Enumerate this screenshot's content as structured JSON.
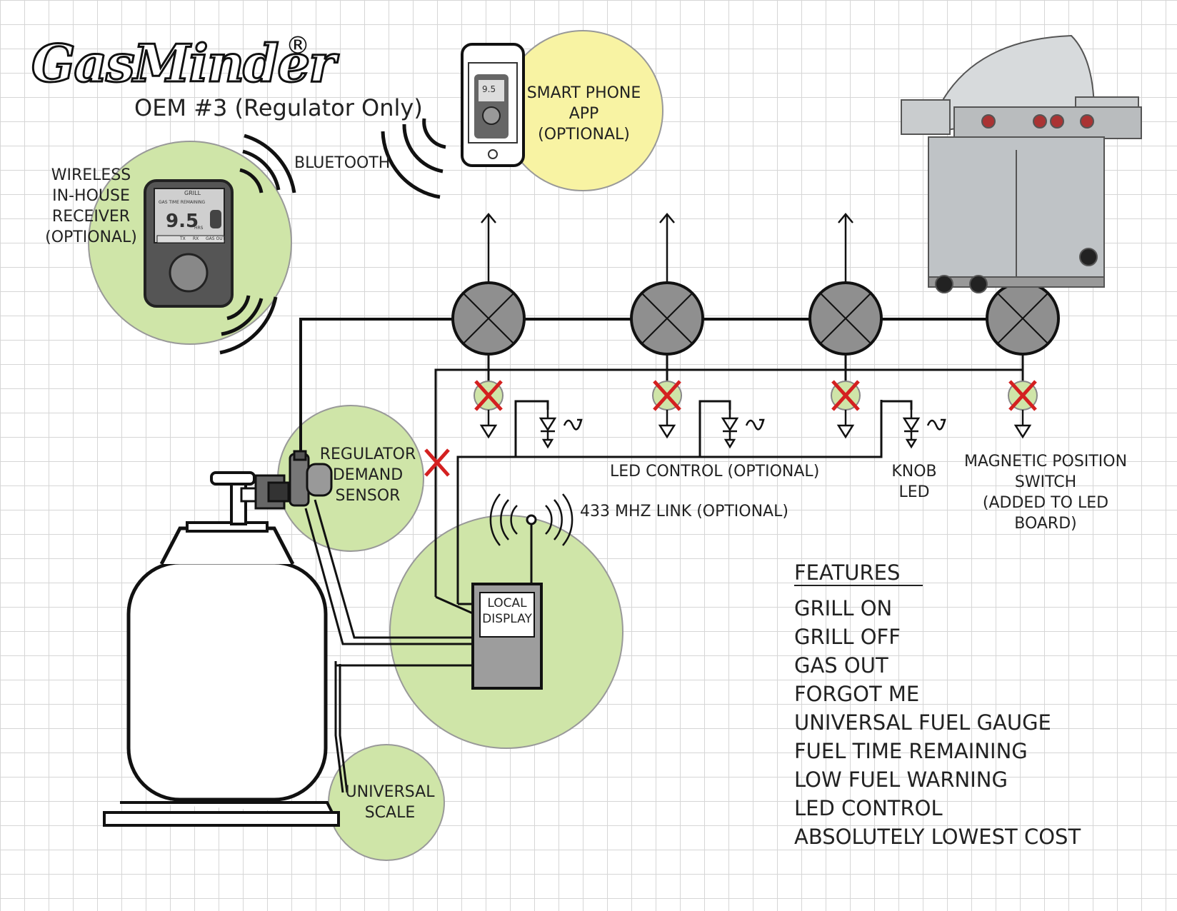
{
  "brand": {
    "logo_text": "GasMinder",
    "registered_mark": "®",
    "subtitle": "OEM #3 (Regulator Only)"
  },
  "labels": {
    "bluetooth": "BLUETOOTH",
    "smart_phone_app": "SMART PHONE\nAPP\n(OPTIONAL)",
    "wireless_receiver": "WIRELESS\nIN-HOUSE\nRECEIVER\n(OPTIONAL)",
    "regulator_sensor": "REGULATOR\nDEMAND\nSENSOR",
    "led_control": "LED CONTROL (OPTIONAL)",
    "knob_led": "KNOB\nLED",
    "magnetic_switch": "MAGNETIC POSITION\nSWITCH\n(ADDED TO LED BOARD)",
    "link_433": "433 MHZ LINK (OPTIONAL)",
    "local_display": "LOCAL\nDISPLAY",
    "universal_scale": "UNIVERSAL\nSCALE"
  },
  "device_display": {
    "top_row": "GRILL",
    "caption": "GAS TIME REMAINING",
    "value": "9.5",
    "unit": "HRS",
    "buttons": [
      "TX",
      "RX",
      "GAS OUT"
    ]
  },
  "phone_display": {
    "value": "9.5"
  },
  "features": {
    "title": "FEATURES",
    "items": [
      "GRILL ON",
      "GRILL OFF",
      "GAS OUT",
      "FORGOT ME",
      "UNIVERSAL FUEL GAUGE",
      "FUEL TIME REMAINING",
      "LOW FUEL WARNING",
      "LED CONTROL",
      "ABSOLUTELY LOWEST COST"
    ]
  },
  "colors": {
    "green_zone": "#cfe5a8",
    "yellow_zone": "#f8f3a3",
    "valve_fill": "#8f8f8f",
    "cross_red": "#d42020",
    "grill_steel": "#bfc3c6"
  }
}
